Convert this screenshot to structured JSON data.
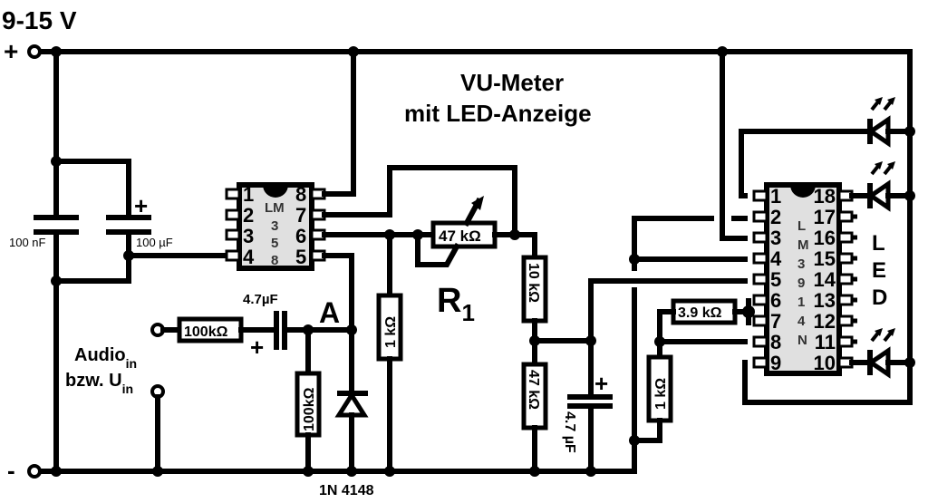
{
  "title": {
    "line1": "VU-Meter",
    "line2": "mit LED-Anzeige"
  },
  "supply": {
    "voltage": "9-15 V",
    "plus": "+",
    "minus": "-"
  },
  "input": {
    "label_audio": "Audio",
    "label_audio_sub": "in",
    "label_alt": "bzw. U",
    "label_alt_sub": "in"
  },
  "node_a": "A",
  "components": {
    "c1": "100 nF",
    "c2": "100 µF",
    "c2_polarity": "+",
    "r_in": "100kΩ",
    "c_in": "4.7µF",
    "c_in_polarity": "+",
    "r_shunt": "100kΩ",
    "diode": "1N 4148",
    "r_1k_a": "1 kΩ",
    "r1_pot": "47 kΩ",
    "r1_label": "R",
    "r1_sub": "1",
    "r_10k": "10 kΩ",
    "r_47k": "47 kΩ",
    "c_out": "4.7 µF",
    "c_out_polarity": "+",
    "r_39k": "3.9 kΩ",
    "r_1k_b": "1 kΩ"
  },
  "ic_opamp": {
    "name_lines": [
      "LM",
      "3",
      "5",
      "8"
    ],
    "left_pins": [
      "1",
      "2",
      "3",
      "4"
    ],
    "right_pins": [
      "8",
      "7",
      "6",
      "5"
    ]
  },
  "ic_driver": {
    "name_lines": [
      "L",
      "M",
      "3",
      "9",
      "1",
      "4",
      "N"
    ],
    "left_pins": [
      "1",
      "2",
      "3",
      "4",
      "5",
      "6",
      "7",
      "8",
      "9"
    ],
    "right_pins": [
      "18",
      "17",
      "16",
      "15",
      "14",
      "13",
      "12",
      "11",
      "10"
    ]
  },
  "led_label": [
    "L",
    "E",
    "D"
  ]
}
